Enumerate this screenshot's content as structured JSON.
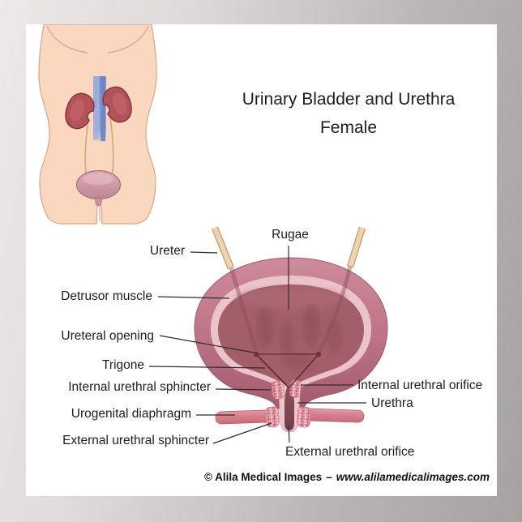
{
  "poster": {
    "title_line1": "Urinary Bladder and Urethra",
    "title_line2": "Female",
    "footer": {
      "copyright": "© Alila Medical Images",
      "separator": "–",
      "website": "www.alilamedicalimages.com"
    }
  },
  "labels": {
    "rugae": "Rugae",
    "ureter": "Ureter",
    "detrusor_muscle": "Detrusor muscle",
    "ureteral_opening": "Ureteral opening",
    "trigone": "Trigone",
    "internal_urethral_sphincter": "Internal urethral sphincter",
    "urogenital_diaphragm": "Urogenital diaphragm",
    "external_urethral_sphincter": "External urethral sphincter",
    "internal_urethral_orifice": "Internal urethral orifice",
    "urethra": "Urethra",
    "external_urethral_orifice": "External urethral orifice"
  },
  "colors": {
    "background_gray_light": "#ece9e9",
    "background_gray_dark": "#a5a2a2",
    "poster_white": "#ffffff",
    "skin": "#f9d8bf",
    "skin_outline": "#dcae90",
    "kidney": "#b3525b",
    "vessel_blue": "#8ba0d6",
    "bladder_wall": "#bf7486",
    "mucosa_lining": "#ecc3cb",
    "bladder_interior": "#a25f69",
    "ureter_tube_tan": "#ecd5ae",
    "diaphragm_rose": "#d9818e",
    "text": "#1d1d1d"
  }
}
